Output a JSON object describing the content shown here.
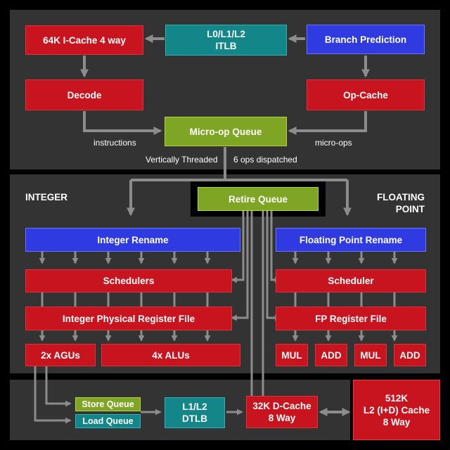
{
  "diagram": {
    "blocks": {
      "icache": "64K I-Cache 4 way",
      "itlb_line1": "L0/L1/L2",
      "itlb_line2": "ITLB",
      "branch_prediction": "Branch Prediction",
      "decode": "Decode",
      "op_cache": "Op-Cache",
      "micro_op_queue": "Micro-op Queue",
      "retire_queue": "Retire Queue",
      "integer_rename": "Integer Rename",
      "fp_rename": "Floating Point Rename",
      "schedulers": "Schedulers",
      "scheduler": "Scheduler",
      "int_register_file": "Integer Physical Register File",
      "fp_register_file": "FP Register File",
      "agus": "2x AGUs",
      "alus": "4x ALUs",
      "fp_units": [
        "MUL",
        "ADD",
        "MUL",
        "ADD"
      ],
      "store_queue": "Store Queue",
      "load_queue": "Load Queue",
      "dtlb_line1": "L1/L2",
      "dtlb_line2": "DTLB",
      "dcache_line1": "32K D-Cache",
      "dcache_line2": "8 Way",
      "l2_line1": "512K",
      "l2_line2": "L2 (I+D) Cache",
      "l2_line3": "8 Way"
    },
    "labels": {
      "instructions": "instructions",
      "micro_ops": "micro-ops",
      "vertically_threaded": "Vertically Threaded",
      "ops_dispatched": "6 ops dispatched"
    },
    "sections": {
      "integer": "INTEGER",
      "floating_line1": "FLOATING",
      "floating_line2": "POINT"
    }
  },
  "colors": {
    "background": "#000000",
    "panel": "#333333",
    "red": "#c8141e",
    "blue": "#2f3be0",
    "teal": "#13868a",
    "green": "#7ea524",
    "arrow": "#8c8c8c"
  }
}
